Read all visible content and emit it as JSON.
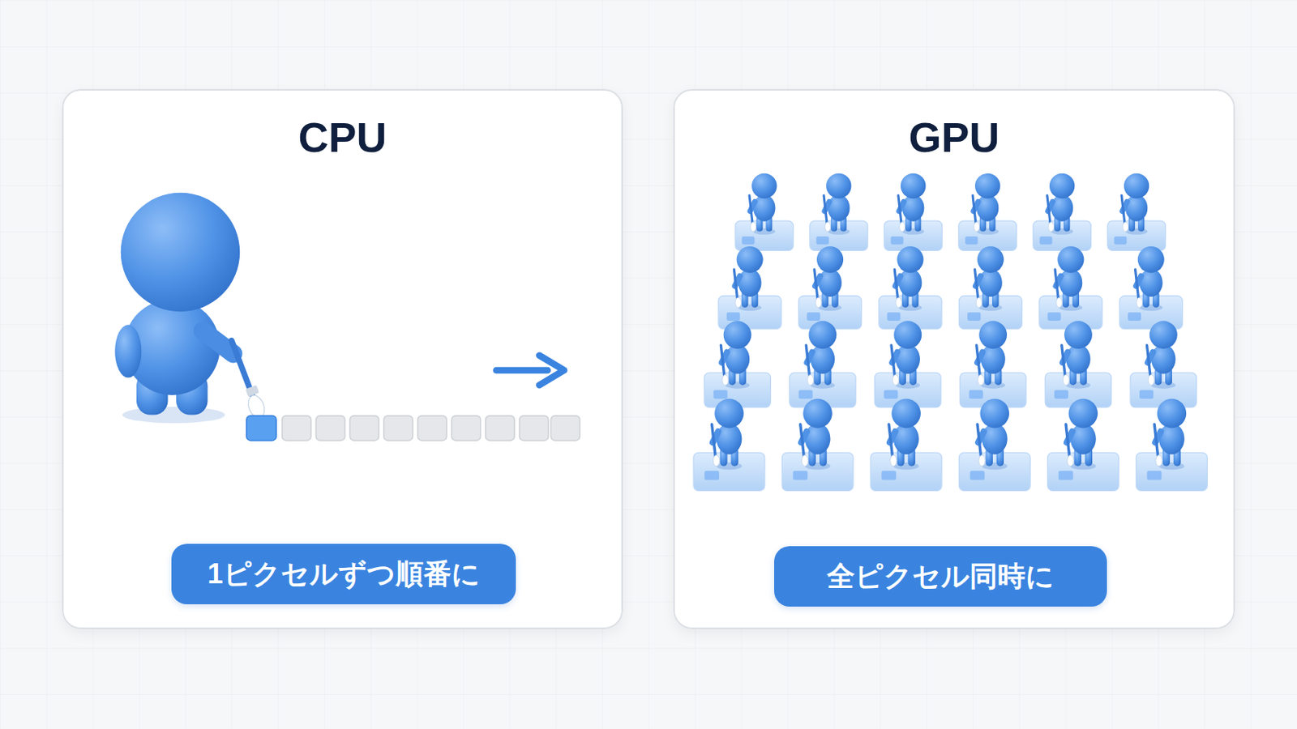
{
  "diagram": {
    "nodes": [
      {
        "text": [
          "CPU"
        ]
      },
      {
        "text": [
          "1ピクセルずつ順番に"
        ],
        "in": 0
      },
      {
        "text": [
          "GPU"
        ]
      },
      {
        "text": [
          "全ピクセル同時に"
        ],
        "in": 2
      }
    ]
  }
}
